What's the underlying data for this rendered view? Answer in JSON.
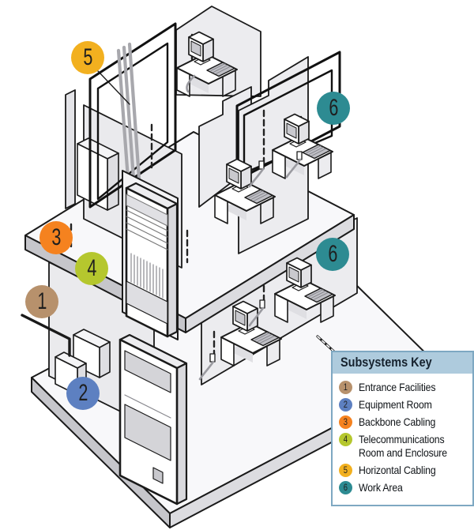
{
  "legend": {
    "title": "Subsystems Key",
    "header_bg": "#aecbdd",
    "border_color": "#7ea8c2",
    "items": [
      {
        "number": "1",
        "label": "Entrance Facilities",
        "color": "#b7916c"
      },
      {
        "number": "2",
        "label": "Equipment Room",
        "color": "#5d80c1"
      },
      {
        "number": "3",
        "label": "Backbone Cabling",
        "color": "#f5821f"
      },
      {
        "number": "4",
        "label": "Telecommunications Room and Enclosure",
        "color": "#b5c72e"
      },
      {
        "number": "5",
        "label": "Horizontal Cabling",
        "color": "#f2b01f"
      },
      {
        "number": "6",
        "label": "Work Area",
        "color": "#2d8b92"
      }
    ]
  },
  "callouts": [
    {
      "number": "5",
      "color": "#f2b01f"
    },
    {
      "number": "6",
      "color": "#2d8b92"
    },
    {
      "number": "6",
      "color": "#2d8b92"
    },
    {
      "number": "3",
      "color": "#f5821f"
    },
    {
      "number": "4",
      "color": "#b5c72e"
    },
    {
      "number": "1",
      "color": "#b7916c"
    },
    {
      "number": "2",
      "color": "#5d80c1"
    }
  ]
}
